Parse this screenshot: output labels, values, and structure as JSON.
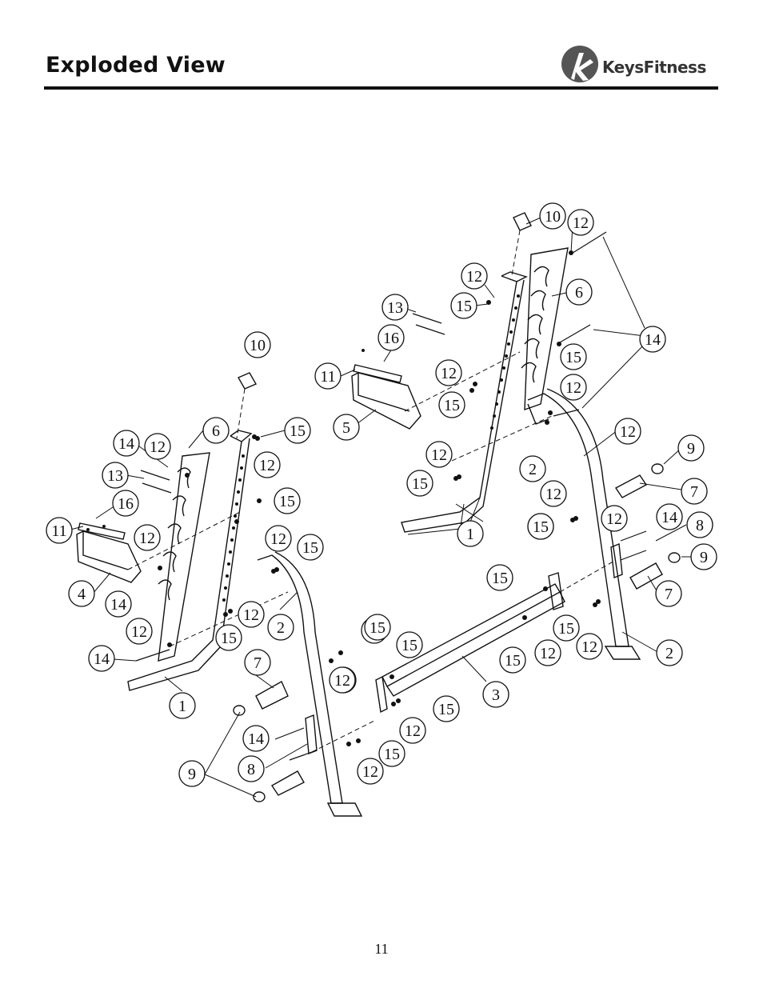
{
  "header": {
    "title": "Exploded View",
    "brand_prefix": "Keys",
    "brand_suffix": "Fitness"
  },
  "footer": {
    "page_number": "11"
  },
  "callouts": [
    "10",
    "12",
    "12",
    "15",
    "6",
    "13",
    "16",
    "11",
    "5",
    "15",
    "12",
    "14",
    "15",
    "12",
    "12",
    "2",
    "12",
    "1",
    "15",
    "12",
    "9",
    "7",
    "15",
    "12",
    "14",
    "8",
    "10",
    "6",
    "15",
    "14",
    "12",
    "13",
    "16",
    "11",
    "12",
    "4",
    "14",
    "12",
    "14",
    "15",
    "12",
    "15",
    "12",
    "15",
    "2",
    "15",
    "1",
    "7",
    "12",
    "15",
    "15",
    "3",
    "15",
    "12",
    "15",
    "12",
    "15",
    "12",
    "9",
    "8",
    "14",
    "12",
    "15",
    "7",
    "9",
    "2",
    "12",
    "15",
    "12",
    "15"
  ]
}
